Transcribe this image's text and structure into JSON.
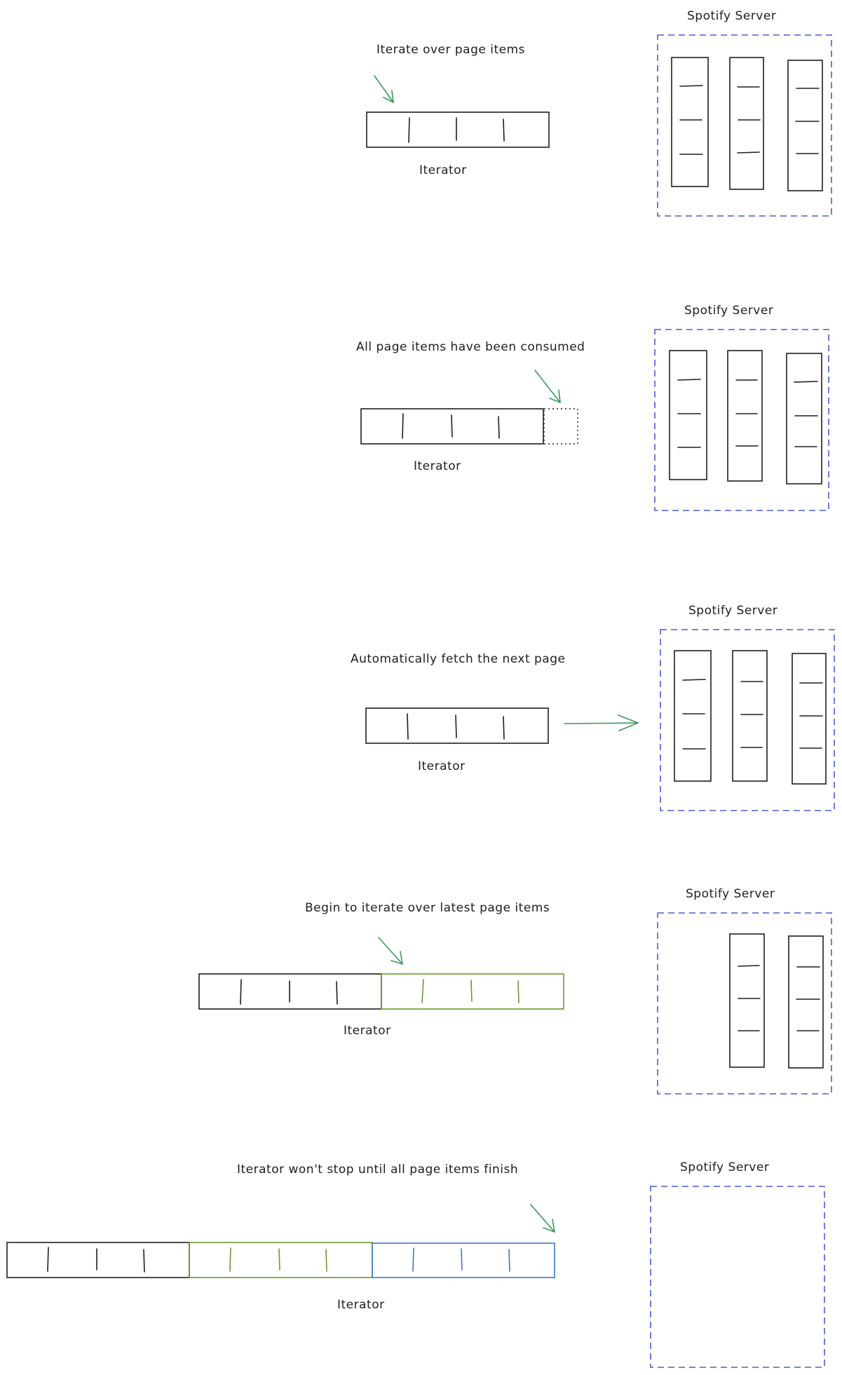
{
  "steps": [
    {
      "caption": "Iterate over page items",
      "iterator_label": "Iterator",
      "server_label": "Spotify Server"
    },
    {
      "caption": "All page items have been consumed",
      "iterator_label": "Iterator",
      "server_label": "Spotify Server"
    },
    {
      "caption": "Automatically fetch the next page",
      "iterator_label": "Iterator",
      "server_label": "Spotify Server"
    },
    {
      "caption": "Begin to iterate over latest page items",
      "iterator_label": "Iterator",
      "server_label": "Spotify Server"
    },
    {
      "caption": "Iterator won't stop until all page items finish",
      "iterator_label": "Iterator",
      "server_label": "Spotify Server"
    }
  ],
  "colors": {
    "ink": "#1e1e1e",
    "page2": "#6a9a2a",
    "page3": "#3c78c4",
    "arrow": "#3a9a5c",
    "server_border": "#4a5bd0"
  },
  "pages_remaining_per_step": [
    3,
    3,
    3,
    2,
    0
  ]
}
